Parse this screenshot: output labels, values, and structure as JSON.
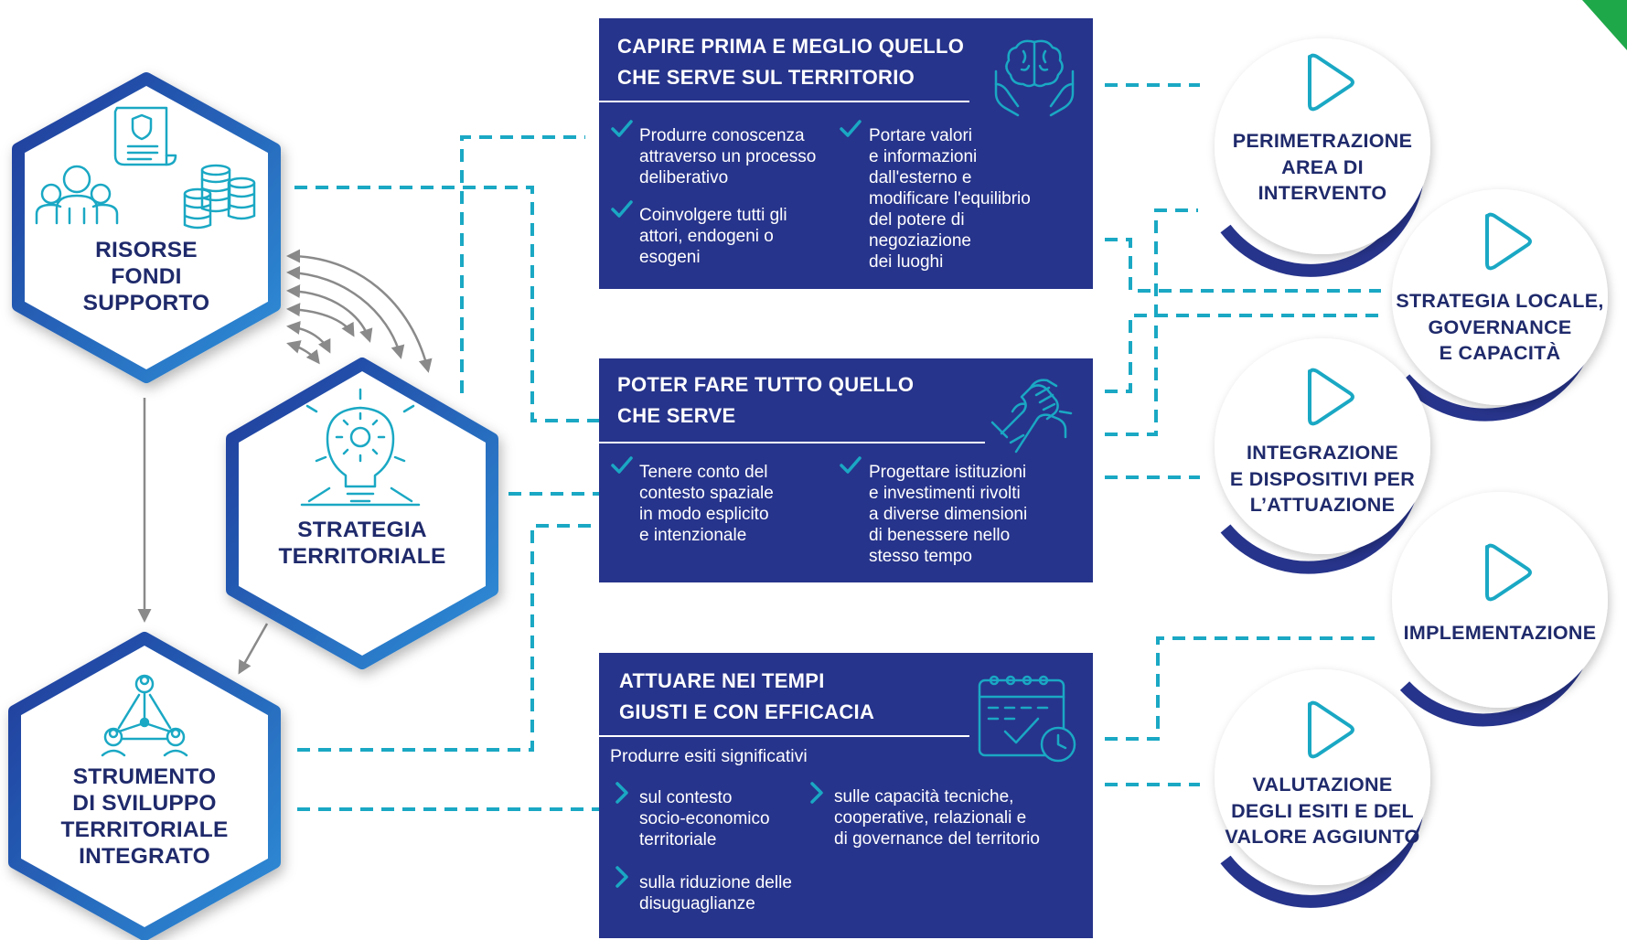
{
  "colors": {
    "navy": "#27348b",
    "accent_cyan": "#1aa8c4",
    "hex_outline_start": "#1e3a9a",
    "hex_outline_end": "#2f8fd8",
    "text_dark": "#1f2a6b",
    "arrow_gray": "#8a8a8a",
    "corner_green": "#1fa84a"
  },
  "hexagons": {
    "risorse": {
      "icon": "people-coins-document-icon",
      "lines": [
        "RISORSE",
        "FONDI",
        "SUPPORTO"
      ]
    },
    "strategia": {
      "icon": "lightbulb-gear-icon",
      "lines": [
        "STRATEGIA",
        "TERRITORIALE"
      ]
    },
    "strumento": {
      "icon": "network-people-icon",
      "lines": [
        "STRUMENTO",
        "DI SVILUPPO",
        "TERRITORIALE",
        "INTEGRATO"
      ]
    }
  },
  "boxes": {
    "capire": {
      "icon": "brain-hands-icon",
      "title": [
        "CAPIRE PRIMA E MEGLIO QUELLO",
        "CHE SERVE SUL TERRITORIO"
      ],
      "bullet_marker": "checkmark",
      "bullets": [
        {
          "lines": [
            "Produrre conoscenza",
            "attraverso un processo",
            "deliberativo"
          ]
        },
        {
          "lines": [
            "Coinvolgere tutti gli",
            "attori, endogeni o",
            "esogeni"
          ]
        },
        {
          "lines": [
            "Portare valori",
            "e informazioni",
            "dall'esterno e",
            "modificare l'equilibrio",
            "del potere di",
            "negoziazione",
            "dei luoghi"
          ]
        }
      ]
    },
    "poter": {
      "icon": "handshake-icon",
      "title": [
        "POTER FARE TUTTO QUELLO",
        "CHE SERVE"
      ],
      "bullet_marker": "checkmark",
      "bullets": [
        {
          "lines": [
            "Tenere conto del",
            "contesto spaziale",
            "in modo esplicito",
            "e intenzionale"
          ]
        },
        {
          "lines": [
            "Progettare istituzioni",
            "e investimenti rivolti",
            "a diverse dimensioni",
            "di benessere nello",
            "stesso tempo"
          ]
        }
      ]
    },
    "attuare": {
      "icon": "calendar-check-icon",
      "title": [
        "ATTUARE NEI TEMPI",
        "GIUSTI E CON EFFICACIA"
      ],
      "subheading": "Produrre esiti significativi",
      "bullet_marker": "chevron",
      "bullets": [
        {
          "lines": [
            "sul contesto",
            "socio-economico",
            "territoriale"
          ]
        },
        {
          "lines": [
            "sulla riduzione delle",
            "disuguaglianze"
          ]
        },
        {
          "lines": [
            "sulle capacità tecniche,",
            "cooperative, relazionali e",
            "di governance del territorio"
          ]
        }
      ]
    }
  },
  "circles": [
    {
      "icon": "play-icon",
      "lines": [
        "PERIMETRAZIONE",
        "AREA DI",
        "INTERVENTO"
      ]
    },
    {
      "icon": "play-icon",
      "lines": [
        "STRATEGIA LOCALE,",
        "GOVERNANCE",
        "E CAPACITÀ"
      ]
    },
    {
      "icon": "play-icon",
      "lines": [
        "INTEGRAZIONE",
        "E DISPOSITIVI PER",
        "L’ATTUAZIONE"
      ]
    },
    {
      "icon": "play-icon",
      "lines": [
        "IMPLEMENTAZIONE"
      ]
    },
    {
      "icon": "play-icon",
      "lines": [
        "VALUTAZIONE",
        "DEGLI ESITI E DEL",
        "VALORE AGGIUNTO"
      ]
    }
  ]
}
